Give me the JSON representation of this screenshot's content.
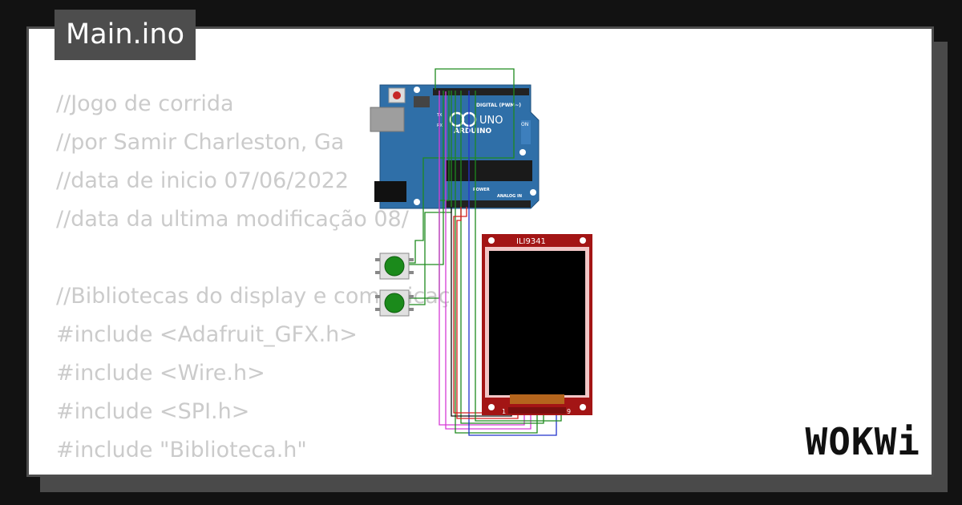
{
  "tab": {
    "title": "Main.ino"
  },
  "code": {
    "lines": [
      "//Jogo de corrida",
      "//por Samir Charleston, Ga",
      "//data de inicio 07/06/2022",
      "//data da ultima modificação 08/",
      "",
      "//Bibliotecas do display e comunicaç",
      "#include <Adafruit_GFX.h>",
      "#include <Wire.h>",
      "#include <SPI.h>",
      "#include \"Biblioteca.h\""
    ]
  },
  "arduino": {
    "brand": "ARDUINO",
    "model": "UNO",
    "digital_label": "DIGITAL (PWM~)",
    "power_label": "POWER",
    "analog_label": "ANALOG IN",
    "on_label": "ON",
    "tx_label": "TX",
    "rx_label": "RX"
  },
  "display": {
    "model": "ILI9341",
    "pin_start": "1",
    "pin_end": "9"
  },
  "logo": {
    "text": "WOKWi"
  },
  "colors": {
    "background": "#121212",
    "card": "#ffffff",
    "tab": "#4d4d4d",
    "code_text": "#cbcbcb",
    "arduino_blue": "#2f6fa8",
    "display_red": "#a31515",
    "button_green": "#1b8a1b"
  }
}
